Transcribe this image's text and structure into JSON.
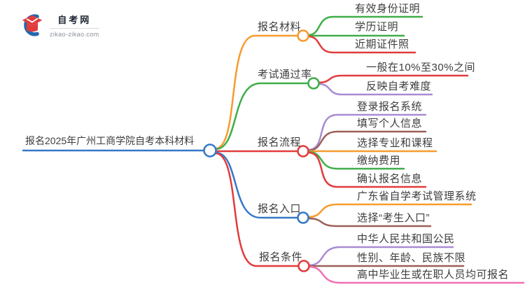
{
  "logo": {
    "title": "自考网",
    "domain": "zikao-zikao.com",
    "cap_color": "#e03c3c",
    "swoosh_color": "#2368b0"
  },
  "root": {
    "label": "报名2025年广州工商学院自考本科材料",
    "color": "#3579c8"
  },
  "branches": [
    {
      "label": "报名材料",
      "color": "#f79b2e",
      "children": [
        {
          "label": "有效身份证明",
          "color": "#3fae49"
        },
        {
          "label": "学历证明",
          "color": "#3fae49"
        },
        {
          "label": "近期证件照",
          "color": "#e23c3c"
        }
      ]
    },
    {
      "label": "考试通过率",
      "color": "#3fae49",
      "children": [
        {
          "label": "一般在10%至30%之间",
          "color": "#e23c3c"
        },
        {
          "label": "反映自考难度",
          "color": "#a98bd3"
        }
      ]
    },
    {
      "label": "报名流程",
      "color": "#e23c3c",
      "children": [
        {
          "label": "登录报名系统",
          "color": "#a98bd3"
        },
        {
          "label": "填写个人信息",
          "color": "#9c6058"
        },
        {
          "label": "选择专业和课程",
          "color": "#f79b2e"
        },
        {
          "label": "缴纳费用",
          "color": "#3fae49"
        },
        {
          "label": "确认报名信息",
          "color": "#e23c3c"
        }
      ]
    },
    {
      "label": "报名入口",
      "color": "#3579c8",
      "children": [
        {
          "label": "广东省自学考试管理系统",
          "color": "#f79b2e"
        },
        {
          "label": "选择“考生入口”",
          "color": "#9c6058"
        }
      ]
    },
    {
      "label": "报名条件",
      "color": "#e23c3c",
      "children": [
        {
          "label": "中华人民共和国公民",
          "color": "#a98bd3"
        },
        {
          "label": "性别、年龄、民族不限",
          "color": "#9c6058"
        },
        {
          "label": "高中毕业生或在职人员均可报名",
          "color": "#ee71b5"
        }
      ]
    }
  ]
}
